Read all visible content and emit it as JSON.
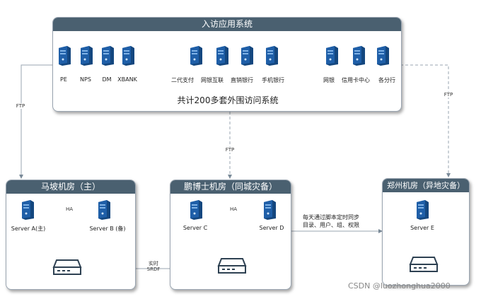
{
  "top": {
    "title": "入访应用系统",
    "systems_left": [
      "PE",
      "NPS",
      "DM",
      "XBANK"
    ],
    "systems_mid": [
      "二代支付",
      "网银互联",
      "直销银行",
      "手机银行"
    ],
    "systems_right": [
      "网银",
      "信用卡中心",
      "各分行"
    ],
    "footer": "共计200多套外围访问系统"
  },
  "links": {
    "ftp_left": "FTP",
    "ftp_mid": "FTP",
    "ftp_right": "FTP",
    "ha_left": "HA",
    "ha_mid": "HA",
    "sync_line1": "每天通过脚本定时同步",
    "sync_line2": "目录、用户、组、权限",
    "srdf_line1": "实时",
    "srdf_line2": "SRDF"
  },
  "dc_main": {
    "title": "马坡机房（主）",
    "server_a": "Server A(主)",
    "server_b": "Server B (备)"
  },
  "dc_backup": {
    "title": "鹏博士机房（同城灾备）",
    "server_c": "Server C",
    "server_d": "Server D"
  },
  "dc_remote": {
    "title": "郑州机房（异地灾备）",
    "server_e": "Server E"
  },
  "watermark": "CSDN @luozhonghua2000",
  "colors": {
    "title_bar": "#4a6070",
    "server_blue": "#1f5fa8",
    "line": "#7a8a98"
  }
}
